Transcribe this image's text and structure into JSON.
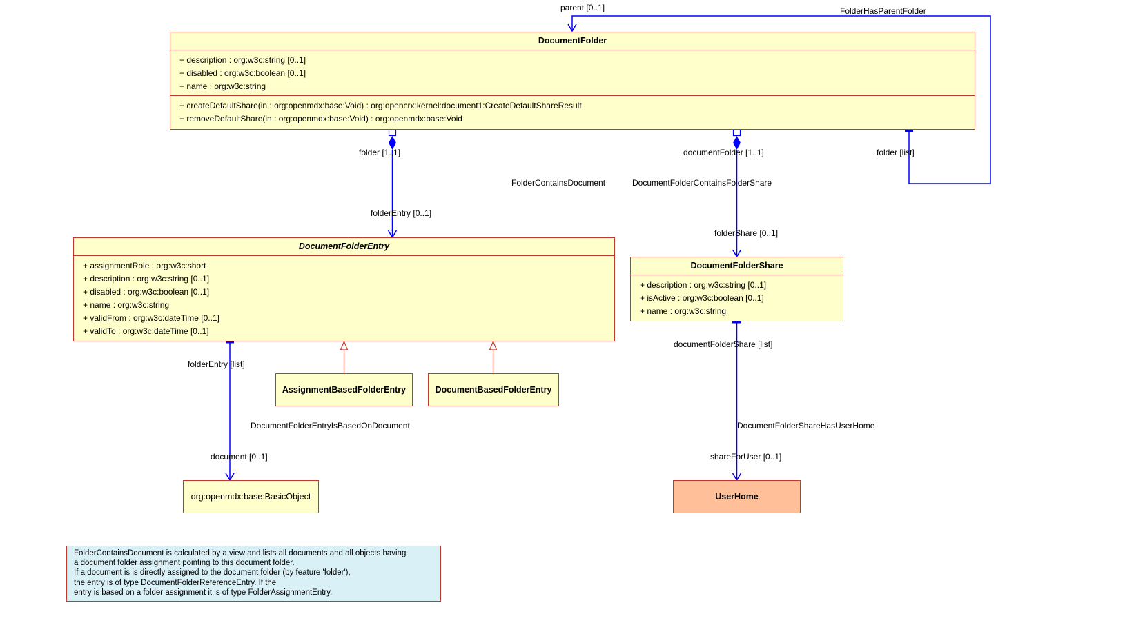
{
  "classes": {
    "document_folder": {
      "name": "DocumentFolder",
      "attributes": [
        "+ description : org:w3c:string [0..1]",
        "+ disabled : org:w3c:boolean [0..1]",
        "+ name : org:w3c:string"
      ],
      "operations": [
        "+ createDefaultShare(in : org:openmdx:base:Void) : org:opencrx:kernel:document1:CreateDefaultShareResult",
        "+ removeDefaultShare(in : org:openmdx:base:Void) : org:openmdx:base:Void"
      ]
    },
    "document_folder_entry": {
      "name": "DocumentFolderEntry",
      "attributes": [
        "+ assignmentRole : org:w3c:short",
        "+ description : org:w3c:string [0..1]",
        "+ disabled : org:w3c:boolean [0..1]",
        "+ name : org:w3c:string",
        "+ validFrom : org:w3c:dateTime [0..1]",
        "+ validTo : org:w3c:dateTime [0..1]"
      ]
    },
    "document_folder_share": {
      "name": "DocumentFolderShare",
      "attributes": [
        "+ description : org:w3c:string [0..1]",
        "+ isActive : org:w3c:boolean [0..1]",
        "+ name : org:w3c:string"
      ]
    },
    "assignment_based_folder_entry": {
      "name": "AssignmentBasedFolderEntry"
    },
    "document_based_folder_entry": {
      "name": "DocumentBasedFolderEntry"
    },
    "basic_object": {
      "name": "org:openmdx:base:BasicObject"
    },
    "user_home": {
      "name": "UserHome"
    }
  },
  "associations": {
    "folder_has_parent_folder": {
      "name": "FolderHasParentFolder",
      "end_parent": "parent [0..1]",
      "end_folder": "folder [list]"
    },
    "folder_contains_document": {
      "name": "FolderContainsDocument",
      "end_folder": "folder [1..1]",
      "end_entry": "folderEntry [0..1]"
    },
    "folder_contains_share": {
      "name": "DocumentFolderContainsFolderShare",
      "end_folder": "documentFolder [1..1]",
      "end_share": "folderShare [0..1]"
    },
    "entry_based_on_document": {
      "name": "DocumentFolderEntryIsBasedOnDocument",
      "end_entry": "folderEntry [list]",
      "end_document": "document [0..1]"
    },
    "share_has_user_home": {
      "name": "DocumentFolderShareHasUserHome",
      "end_share": "documentFolderShare [list]",
      "end_user": "shareForUser [0..1]"
    }
  },
  "note": {
    "lines": [
      "FolderContainsDocument is calculated by a view and lists all documents and all objects having",
      "a document folder assignment pointing to this document folder.",
      "If a document is is directly assigned to the document folder (by feature 'folder'),",
      "the entry is of type DocumentFolderReferenceEntry. If the",
      "entry is based on a folder assignment it is of type FolderAssignmentEntry."
    ]
  },
  "colors": {
    "class_fill": "#ffffcc",
    "class_border": "#c0392b",
    "association": "#0000ff",
    "generalization": "#c0392b",
    "external_class_fill": "#ffbf99",
    "note_fill": "#d9f0f7"
  }
}
